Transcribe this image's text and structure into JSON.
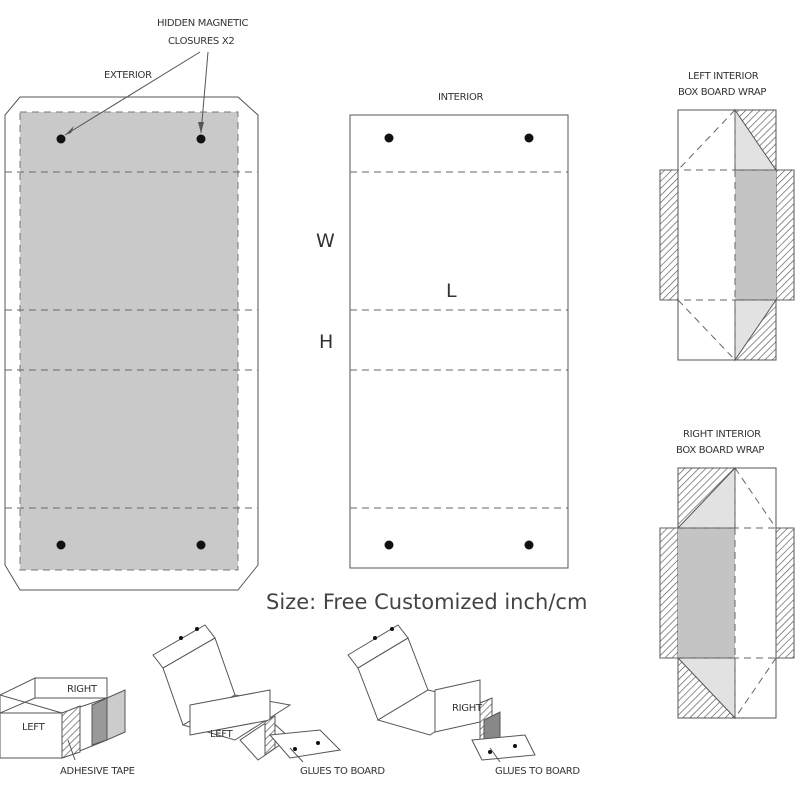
{
  "labels": {
    "closures": [
      "HIDDEN MAGNETIC",
      "CLOSURES X2"
    ],
    "exterior": "EXTERIOR",
    "interior": "INTERIOR",
    "left_wrap": [
      "LEFT INTERIOR",
      "BOX BOARD WRAP"
    ],
    "right_wrap": [
      "RIGHT INTERIOR",
      "BOX BOARD WRAP"
    ],
    "dim_w": "W",
    "dim_l": "L",
    "dim_h": "H",
    "size_note": "Size: Free Customized inch/cm",
    "step1_left": "LEFT",
    "step1_right": "RIGHT",
    "step1_caption": "ADHESIVE TAPE",
    "step2_left": "LEFT",
    "step2_caption": "GLUES TO BOARD",
    "step3_right": "RIGHT",
    "step3_caption": "GLUES TO BOARD"
  },
  "colors": {
    "exterior_fill": "#c9c9c9",
    "wrap_fill": "#c4c4c4",
    "light_fill": "#e2e2e2",
    "line": "#555555",
    "magnet": "#111111"
  }
}
